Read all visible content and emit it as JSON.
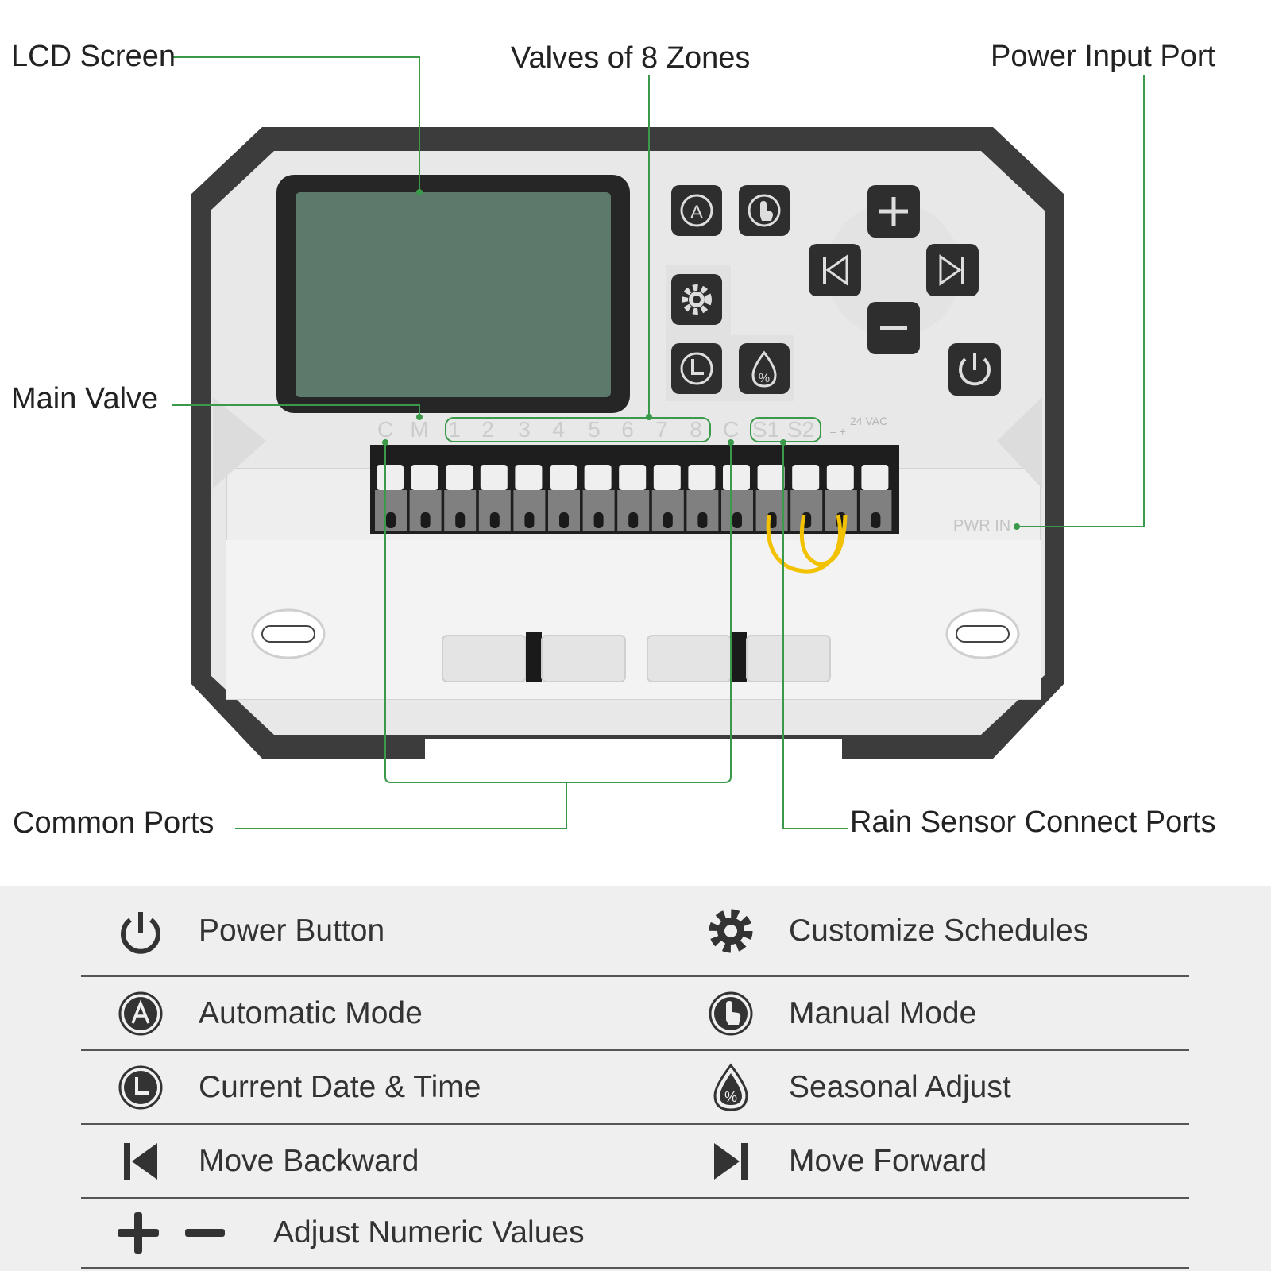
{
  "callouts": {
    "lcd_screen": "LCD Screen",
    "valves_8_zones": "Valves of 8 Zones",
    "power_input_port": "Power Input Port",
    "main_valve": "Main Valve",
    "common_ports": "Common Ports",
    "rain_sensor_ports": "Rain Sensor Connect Ports"
  },
  "device": {
    "terminal_labels": [
      "C",
      "M",
      "1",
      "2",
      "3",
      "4",
      "5",
      "6",
      "7",
      "8",
      "C",
      "S1",
      "S2"
    ],
    "vac_label": "24 VAC",
    "pwr_label": "PWR IN",
    "button_a_letter": "A",
    "percent_symbol": "%"
  },
  "legend": {
    "rows": [
      {
        "left": {
          "icon": "power-icon",
          "label": "Power Button"
        },
        "right": {
          "icon": "gear-icon",
          "label": "Customize Schedules"
        }
      },
      {
        "left": {
          "icon": "automatic-mode-icon",
          "label": "Automatic Mode"
        },
        "right": {
          "icon": "manual-mode-icon",
          "label": "Manual Mode"
        }
      },
      {
        "left": {
          "icon": "clock-icon",
          "label": "Current Date & Time"
        },
        "right": {
          "icon": "water-drop-percent-icon",
          "label": "Seasonal Adjust"
        }
      },
      {
        "left": {
          "icon": "skip-back-icon",
          "label": "Move Backward"
        },
        "right": {
          "icon": "skip-forward-icon",
          "label": "Move Forward"
        }
      },
      {
        "left": {
          "icon": "plus-minus-icon",
          "label": "Adjust Numeric Values"
        }
      }
    ]
  },
  "colors": {
    "leader_line": "#3a9a4a",
    "lcd": "#5b7a6b",
    "housing_dark": "#3c3c3c",
    "panel": "#e9e9e9",
    "wire": "#f2c200"
  }
}
